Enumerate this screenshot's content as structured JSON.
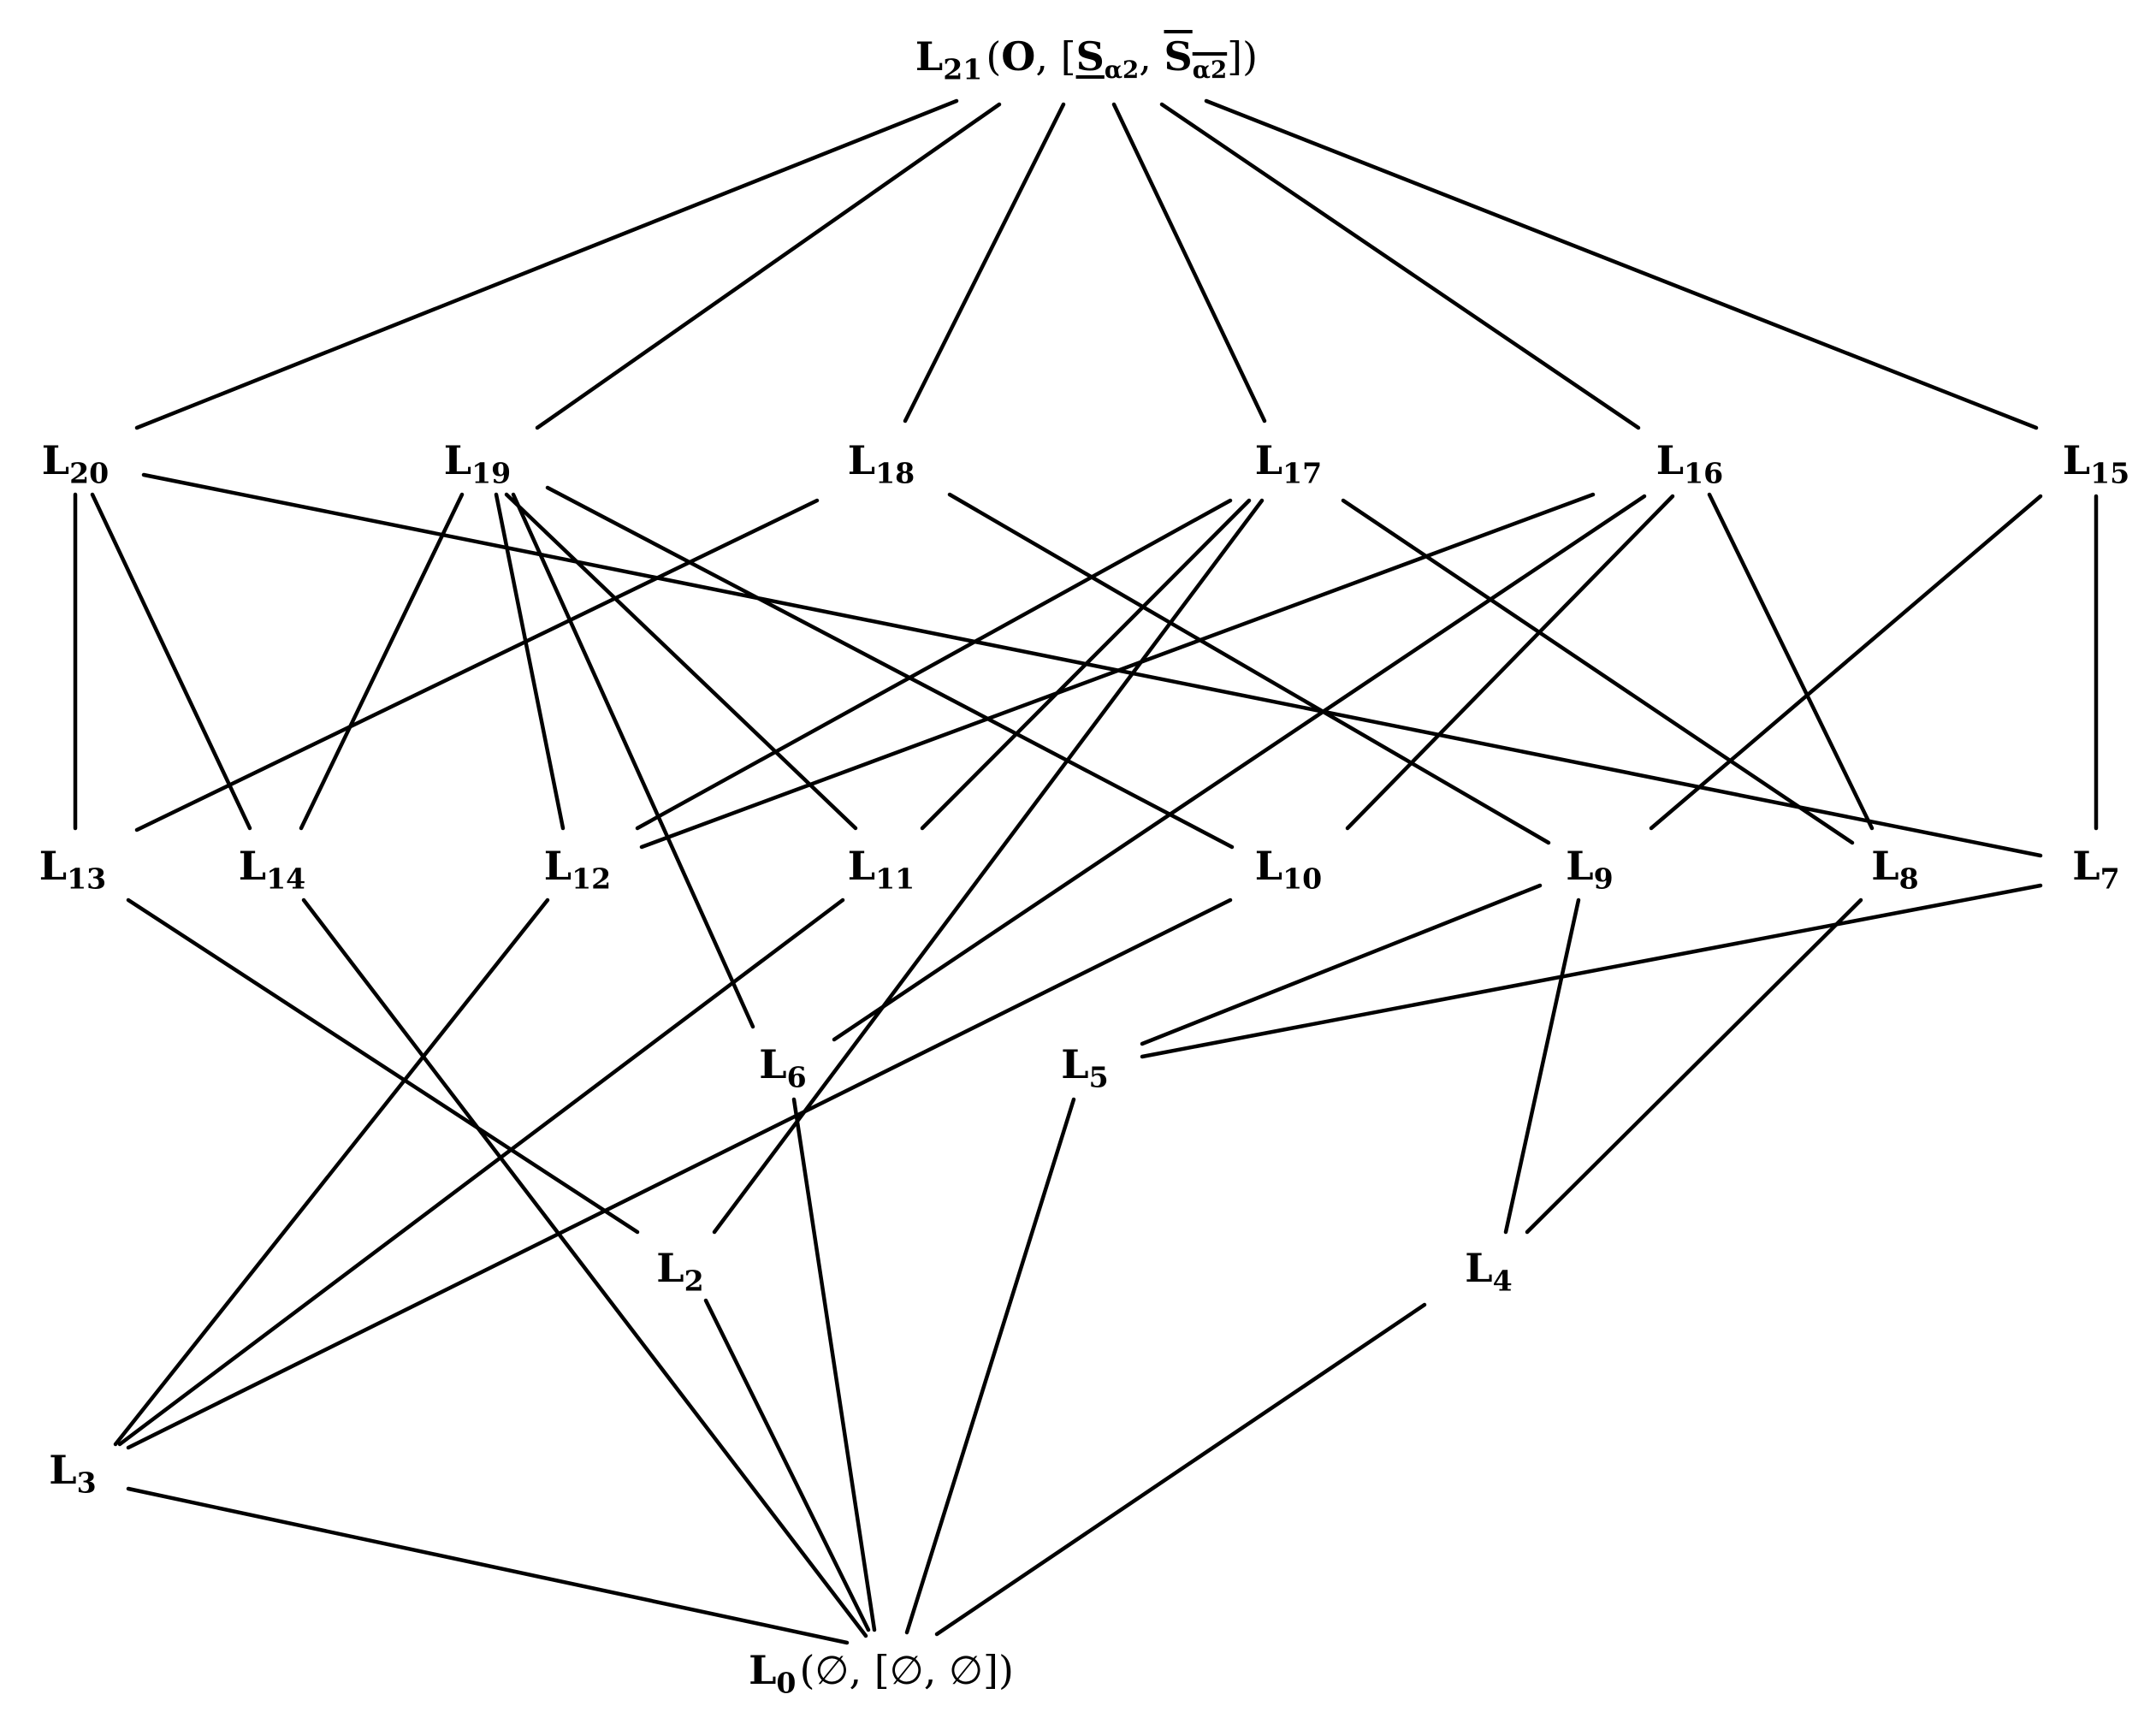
{
  "nodes": [
    {
      "id": "L21",
      "sub": "21",
      "extra": true
    },
    {
      "id": "L20",
      "sub": "20"
    },
    {
      "id": "L19",
      "sub": "19"
    },
    {
      "id": "L18",
      "sub": "18"
    },
    {
      "id": "L17",
      "sub": "17"
    },
    {
      "id": "L16",
      "sub": "16"
    },
    {
      "id": "L15",
      "sub": "15"
    },
    {
      "id": "L13",
      "sub": "13"
    },
    {
      "id": "L14",
      "sub": "14"
    },
    {
      "id": "L12",
      "sub": "12"
    },
    {
      "id": "L11",
      "sub": "11"
    },
    {
      "id": "L10",
      "sub": "10"
    },
    {
      "id": "L9",
      "sub": "9"
    },
    {
      "id": "L8",
      "sub": "8"
    },
    {
      "id": "L7",
      "sub": "7"
    },
    {
      "id": "L6",
      "sub": "6"
    },
    {
      "id": "L5",
      "sub": "5"
    },
    {
      "id": "L2",
      "sub": "2"
    },
    {
      "id": "L4",
      "sub": "4"
    },
    {
      "id": "L3",
      "sub": "3"
    },
    {
      "id": "L0",
      "sub": "0",
      "extra": true
    }
  ],
  "labels": {
    "letter": "L",
    "top": {
      "open": "(",
      "set": "O",
      "sep1": ", [",
      "s_letter": "S",
      "s_sub": "α2",
      "sep2": ", ",
      "close": "])"
    },
    "bottom": {
      "text": "(∅, [∅, ∅])"
    }
  },
  "edges": [
    [
      "L21",
      "L20"
    ],
    [
      "L21",
      "L19"
    ],
    [
      "L21",
      "L18"
    ],
    [
      "L21",
      "L17"
    ],
    [
      "L21",
      "L16"
    ],
    [
      "L21",
      "L15"
    ],
    [
      "L20",
      "L13"
    ],
    [
      "L20",
      "L14"
    ],
    [
      "L20",
      "L7"
    ],
    [
      "L19",
      "L14"
    ],
    [
      "L19",
      "L12"
    ],
    [
      "L19",
      "L11"
    ],
    [
      "L19",
      "L10"
    ],
    [
      "L19",
      "L6"
    ],
    [
      "L18",
      "L13"
    ],
    [
      "L18",
      "L9"
    ],
    [
      "L17",
      "L12"
    ],
    [
      "L17",
      "L11"
    ],
    [
      "L17",
      "L8"
    ],
    [
      "L17",
      "L2"
    ],
    [
      "L16",
      "L12"
    ],
    [
      "L16",
      "L10"
    ],
    [
      "L16",
      "L8"
    ],
    [
      "L16",
      "L6"
    ],
    [
      "L15",
      "L9"
    ],
    [
      "L15",
      "L7"
    ],
    [
      "L13",
      "L2"
    ],
    [
      "L14",
      "L0"
    ],
    [
      "L12",
      "L3"
    ],
    [
      "L11",
      "L3"
    ],
    [
      "L10",
      "L3"
    ],
    [
      "L9",
      "L5"
    ],
    [
      "L9",
      "L4"
    ],
    [
      "L8",
      "L4"
    ],
    [
      "L7",
      "L5"
    ],
    [
      "L6",
      "L0"
    ],
    [
      "L5",
      "L0"
    ],
    [
      "L2",
      "L0"
    ],
    [
      "L4",
      "L0"
    ],
    [
      "L3",
      "L0"
    ]
  ]
}
